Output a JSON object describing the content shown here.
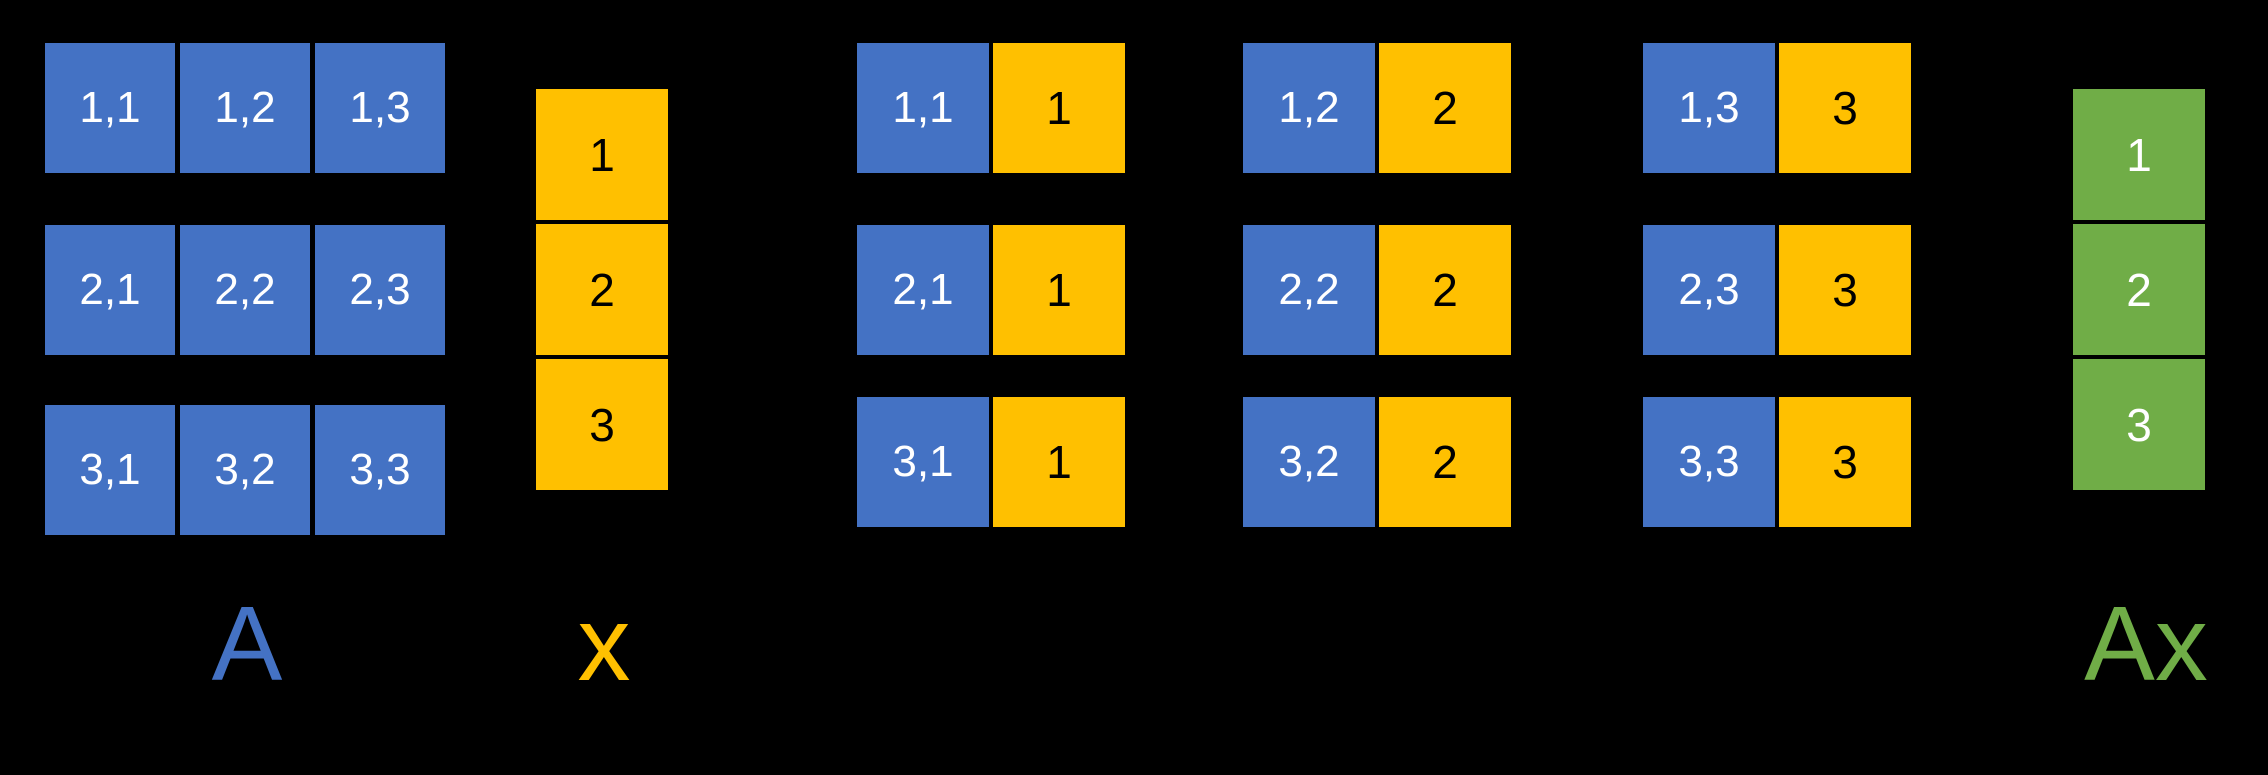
{
  "diagram": {
    "background": "#000000",
    "matrix_a": {
      "label": "A",
      "color": "#4472C4",
      "text_color": "#FFFFFF",
      "rows": [
        [
          "1,1",
          "1,2",
          "1,3"
        ],
        [
          "2,1",
          "2,2",
          "2,3"
        ],
        [
          "3,1",
          "3,2",
          "3,3"
        ]
      ]
    },
    "vector_x": {
      "label": "x",
      "color": "#FFC000",
      "text_color": "#000000",
      "values": [
        "1",
        "2",
        "3"
      ]
    },
    "pair_groups": [
      {
        "rows": [
          {
            "matrix_cell": "1,1",
            "x_cell": "1"
          },
          {
            "matrix_cell": "2,1",
            "x_cell": "1"
          },
          {
            "matrix_cell": "3,1",
            "x_cell": "1"
          }
        ]
      },
      {
        "rows": [
          {
            "matrix_cell": "1,2",
            "x_cell": "2"
          },
          {
            "matrix_cell": "2,2",
            "x_cell": "2"
          },
          {
            "matrix_cell": "3,2",
            "x_cell": "2"
          }
        ]
      },
      {
        "rows": [
          {
            "matrix_cell": "1,3",
            "x_cell": "3"
          },
          {
            "matrix_cell": "2,3",
            "x_cell": "3"
          },
          {
            "matrix_cell": "3,3",
            "x_cell": "3"
          }
        ]
      }
    ],
    "vector_ax": {
      "label": "Ax",
      "color": "#70AD47",
      "text_color": "#FFFFFF",
      "values": [
        "1",
        "2",
        "3"
      ]
    }
  }
}
